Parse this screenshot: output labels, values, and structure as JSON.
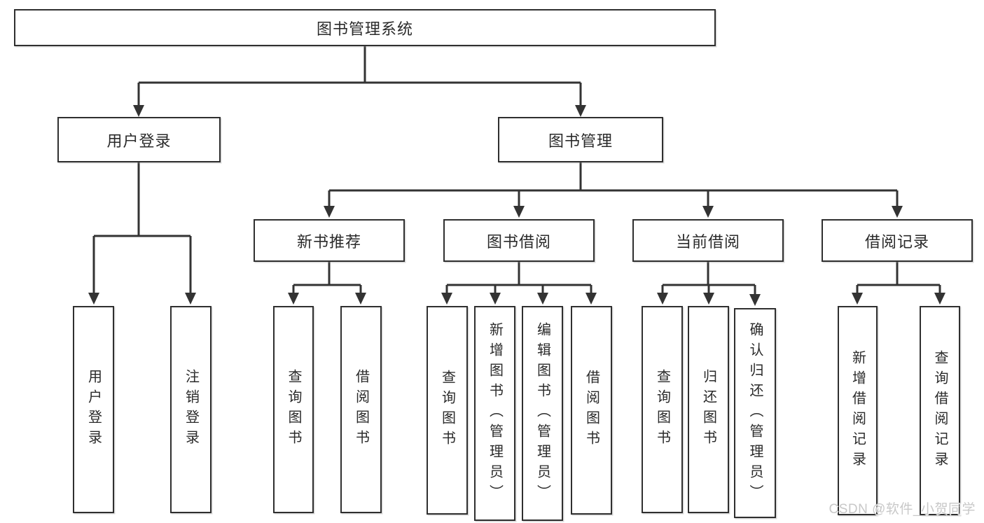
{
  "diagram": {
    "root_label": "图书管理系统",
    "branches": [
      {
        "label": "用户登录",
        "leaves": [
          "用户登录",
          "注销登录"
        ]
      },
      {
        "label": "图书管理",
        "groups": [
          {
            "label": "新书推荐",
            "leaves": [
              "查询图书",
              "借阅图书"
            ]
          },
          {
            "label": "图书借阅",
            "leaves": [
              "查询图书",
              "新增图书（管理员）",
              "编辑图书（管理员）",
              "借阅图书"
            ]
          },
          {
            "label": "当前借阅",
            "leaves": [
              "查询图书",
              "归还图书",
              "确认归还（管理员）"
            ]
          },
          {
            "label": "借阅记录",
            "leaves": [
              "新增借阅记录",
              "查询借阅记录"
            ]
          }
        ]
      }
    ]
  },
  "watermark": {
    "text": "CSDN @软件_小贺同学"
  },
  "colors": {
    "line": "#333333",
    "box_border": "#2f2f2f",
    "text": "#2a2a2a",
    "watermark": "#c8c8c8",
    "background": "#ffffff"
  }
}
